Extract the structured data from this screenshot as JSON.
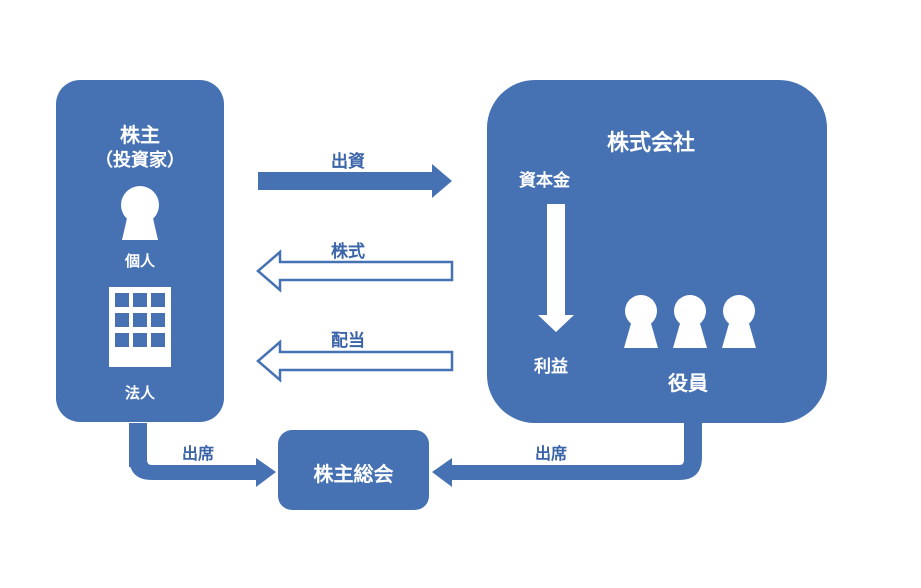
{
  "shareholder": {
    "title": "株主",
    "subtitle": "（投資家）",
    "individual_label": "個人",
    "corporate_label": "法人"
  },
  "company": {
    "title": "株式会社",
    "capital_label": "資本金",
    "profit_label": "利益",
    "officers_label": "役員"
  },
  "meeting": {
    "title": "株主総会"
  },
  "flows": {
    "investment": "出資",
    "shares": "株式",
    "dividend": "配当",
    "attend_left": "出席",
    "attend_right": "出席"
  },
  "colors": {
    "primary": "#4672b4",
    "arrow_outline": "#4672b4",
    "text_on_primary": "#ffffff"
  },
  "icons": [
    "person-icon",
    "building-icon",
    "down-arrow-icon",
    "officers-icon"
  ]
}
